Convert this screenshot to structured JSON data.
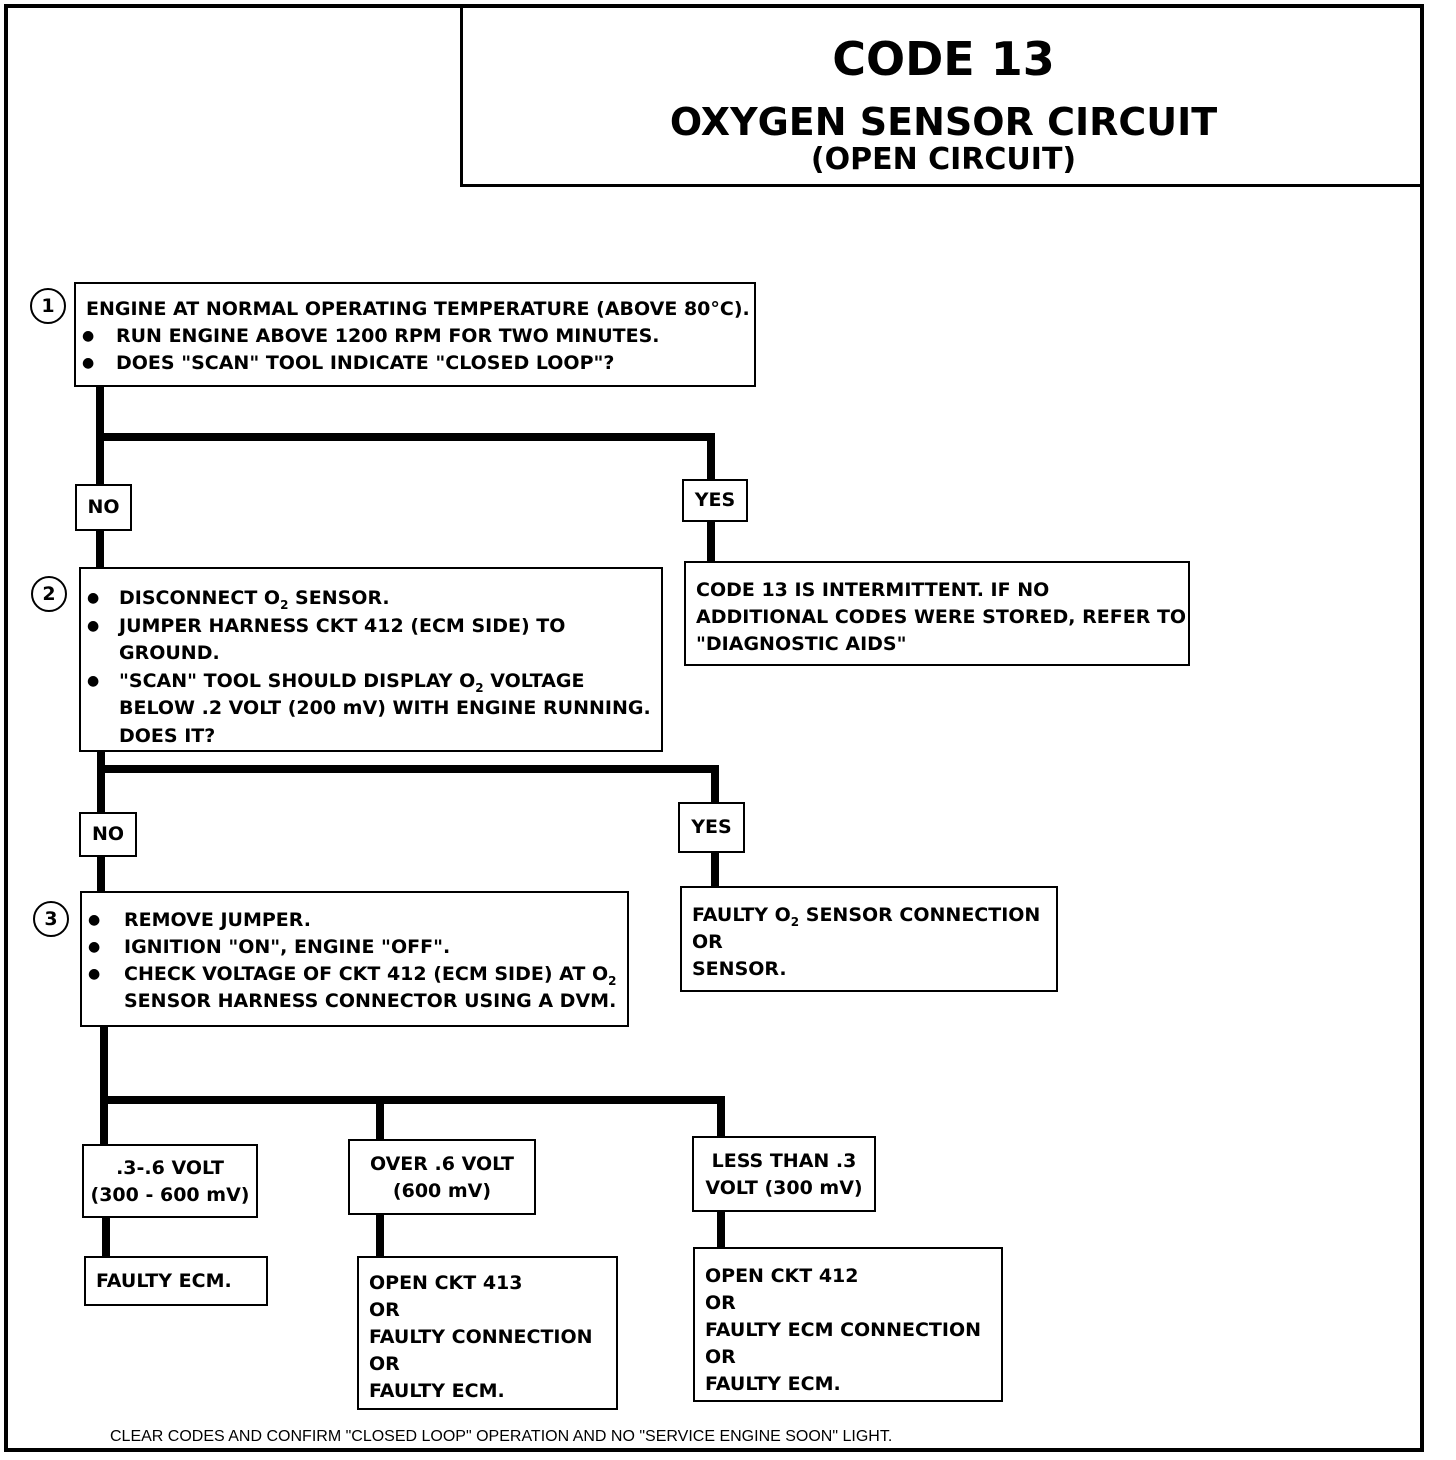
{
  "title": {
    "code": "CODE 13",
    "main": "OXYGEN SENSOR CIRCUIT",
    "sub": "(OPEN CIRCUIT)"
  },
  "steps": {
    "step1": {
      "number": "1",
      "intro": "ENGINE AT NORMAL OPERATING TEMPERATURE (ABOVE 80°C).",
      "bullets": [
        "RUN ENGINE ABOVE 1200 RPM FOR TWO MINUTES.",
        "DOES \"SCAN\" TOOL INDICATE \"CLOSED LOOP\"?"
      ]
    },
    "step2": {
      "number": "2",
      "bullet1_pre": "DISCONNECT O",
      "bullet1_sub": "2",
      "bullet1_post": " SENSOR.",
      "bullet2": "JUMPER HARNESS CKT 412 (ECM SIDE) TO GROUND.",
      "bullet3_pre": "\"SCAN\" TOOL SHOULD DISPLAY O",
      "bullet3_sub": "2",
      "bullet3_post": " VOLTAGE BELOW .2  VOLT (200 mV) WITH ENGINE RUNNING. DOES IT?"
    },
    "step3": {
      "number": "3",
      "bullet1": "REMOVE JUMPER.",
      "bullet2": "IGNITION \"ON\",  ENGINE  \"OFF\".",
      "bullet3_pre": "CHECK VOLTAGE OF CKT 412 (ECM SIDE) AT O",
      "bullet3_sub": "2",
      "bullet3_post": " SENSOR HARNESS CONNECTOR USING A DVM."
    }
  },
  "labels": {
    "no1": "NO",
    "yes1": "YES",
    "no2": "NO",
    "yes2": "YES"
  },
  "results": {
    "intermittent": {
      "line1": "CODE 13 IS INTERMITTENT.  IF NO",
      "line2": "ADDITIONAL CODES WERE STORED, REFER TO",
      "line3": "\"DIAGNOSTIC AIDS\""
    },
    "faulty_sensor": {
      "line1_pre": "FAULTY O",
      "line1_sub": "2",
      "line1_post": " SENSOR CONNECTION",
      "line2": "OR",
      "line3": "SENSOR."
    },
    "range_mid": {
      "line1": ".3-.6 VOLT",
      "line2": "(300 - 600 mV)"
    },
    "range_over": {
      "line1": "OVER  .6  VOLT",
      "line2": "(600 mV)"
    },
    "range_less": {
      "line1": "LESS THAN .3",
      "line2": "VOLT  (300 mV)"
    },
    "faulty_ecm": "FAULTY ECM.",
    "open413": {
      "line1": "OPEN CKT 413",
      "line2": "OR",
      "line3": "FAULTY CONNECTION",
      "line4": "OR",
      "line5": "FAULTY ECM."
    },
    "open412": {
      "line1": "OPEN CKT  412",
      "line2": "OR",
      "line3": "FAULTY ECM CONNECTION",
      "line4": "OR",
      "line5": "FAULTY ECM."
    }
  },
  "footer": "CLEAR CODES AND CONFIRM \"CLOSED LOOP\" OPERATION AND NO \"SERVICE ENGINE SOON\" LIGHT."
}
